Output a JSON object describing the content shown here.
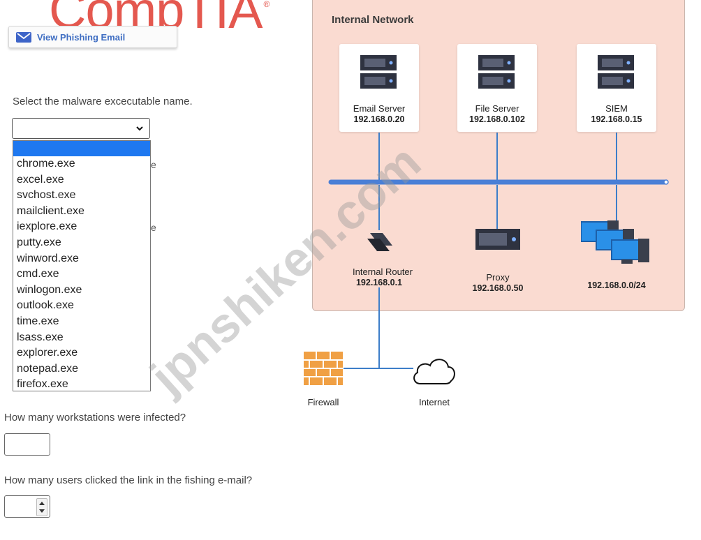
{
  "logo": {
    "text": "CompTIA",
    "registered": "®"
  },
  "email_button": {
    "label": "View Phishing Email",
    "icon": "envelope-icon"
  },
  "q1": {
    "label": "Select the malware excecutable name.",
    "selected": "",
    "options": [
      "chrome.exe",
      "excel.exe",
      "svchost.exe",
      "mailclient.exe",
      "iexplore.exe",
      "putty.exe",
      "winword.exe",
      "cmd.exe",
      "winlogon.exe",
      "outlook.exe",
      "time.exe",
      "lsass.exe",
      "explorer.exe",
      "notepad.exe",
      "firefox.exe"
    ],
    "peek": [
      "e",
      "e"
    ]
  },
  "q2": {
    "label": "How many workstations were infected?",
    "value": ""
  },
  "q3": {
    "label": "How many users clicked the link in the fishing e-mail?",
    "value": ""
  },
  "network": {
    "title": "Internal Network",
    "servers": [
      {
        "name": "Email Server",
        "ip": "192.168.0.20"
      },
      {
        "name": "File Server",
        "ip": "192.168.0.102"
      },
      {
        "name": "SIEM",
        "ip": "192.168.0.15"
      }
    ],
    "router": {
      "name": "Internal Router",
      "ip": "192.168.0.1"
    },
    "proxy": {
      "name": "Proxy",
      "ip": "192.168.0.50"
    },
    "workstations": {
      "ip": "192.168.0.0/24"
    },
    "firewall": {
      "name": "Firewall"
    },
    "internet": {
      "name": "Internet"
    }
  },
  "colors": {
    "panel": "#fadbd1",
    "bus": "#4a7fd6",
    "link": "#3d7ec9",
    "firewall": "#f0a044",
    "accent": "#1e78f0"
  },
  "watermark": "jpnshiken.com"
}
